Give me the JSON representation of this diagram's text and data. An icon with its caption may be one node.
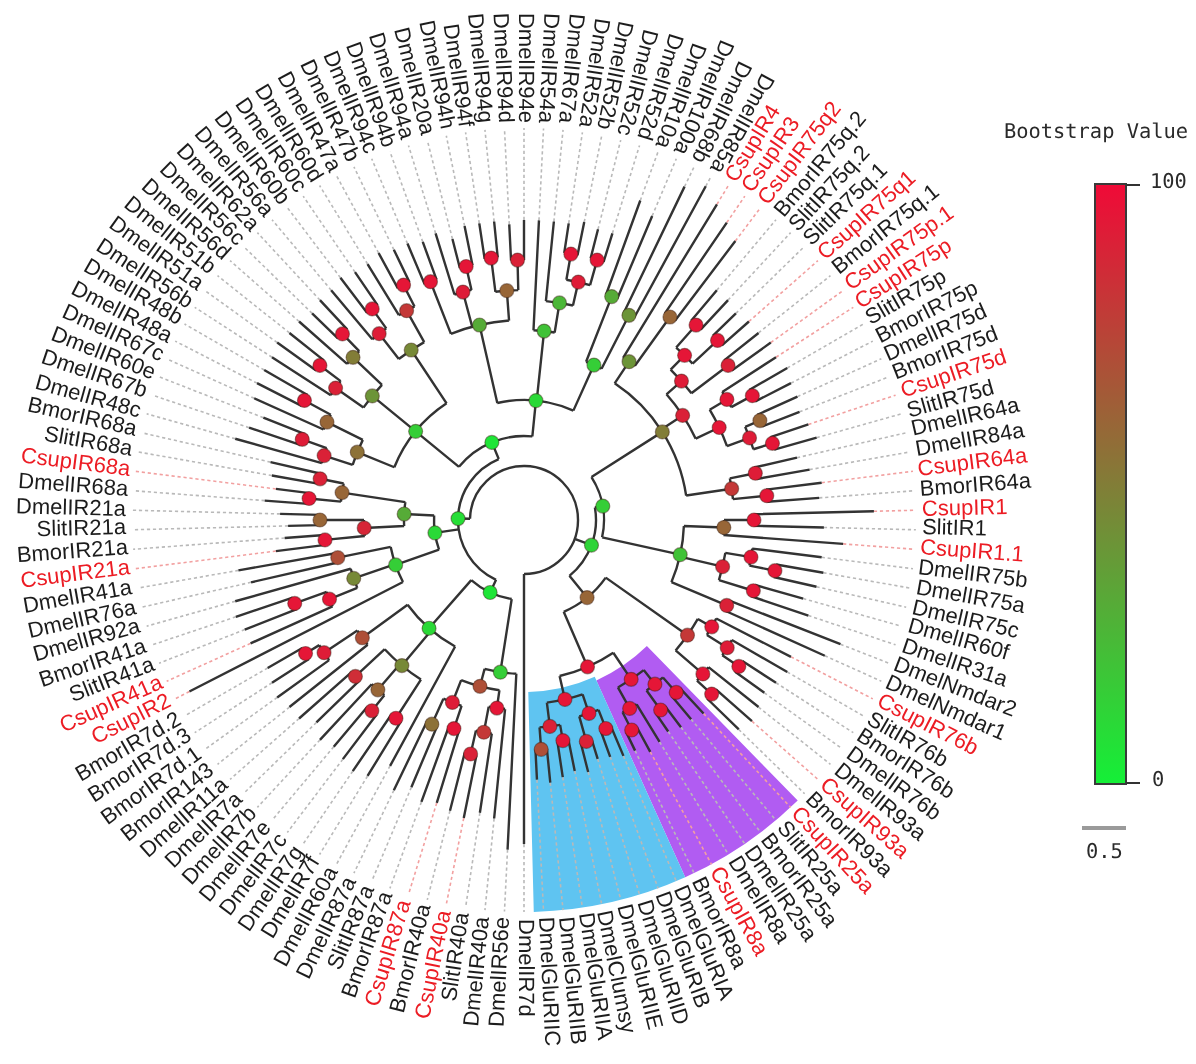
{
  "diagram": {
    "labels": [
      "DmelIR21a",
      "DmelIR68a",
      "CsupIR68a",
      "SlitIR68a",
      "BmorIR68a",
      "DmelIR48c",
      "DmelIR67b",
      "DmelIR60e",
      "DmelIR67c",
      "DmelIR48a",
      "DmelIR48b",
      "DmelIR56b",
      "DmelIR51a",
      "DmelIR51b",
      "DmelIR56d",
      "DmelIR56c",
      "DmelIR62a",
      "DmelIR56a",
      "DmelIR60b",
      "DmelIR60c",
      "DmelIR60d",
      "DmelIR47a",
      "DmelIR47b",
      "DmelIR94c",
      "DmelIR94b",
      "DmelIR94a",
      "DmelIR20a",
      "DmelIR94h",
      "DmelIR94f",
      "DmelIR94g",
      "DmelIR94d",
      "DmelIR94e",
      "DmelIR54a",
      "DmelIR67a",
      "DmelIR52a",
      "DmelIR52b",
      "DmelIR52c",
      "DmelIR52d",
      "DmelIR10a",
      "DmelIR100a",
      "DmelIR68b",
      "DmelIR85a",
      "CsupIR4",
      "CsupIR3",
      "CsupIR75q2",
      "BmorIR75q.2",
      "SlitIR75q.2",
      "SlitIR75q.1",
      "CsupIR75q1",
      "BmorIR75q.1",
      "CsupIR75p.1",
      "CsupIR75p",
      "SlitIR75p",
      "BmorIR75p",
      "DmelIR75d",
      "BmorIR75d",
      "CsupIR75d",
      "SlitIR75d",
      "DmelIR64a",
      "DmelIR84a",
      "CsupIR64a",
      "BmorIR64a",
      "CsupIR1",
      "SlitIR21a",
      "BmorIR21a",
      "CsupIR21a",
      "DmelIR41a",
      "DmelIR76a",
      "DmelIR92a",
      "BmorIR41a",
      "SlitIR41a",
      "CsupIR41a",
      "CsupIR2",
      "BmorIR7d.2",
      "BmorIR7d.3",
      "BmorIR7d.1",
      "BmorIR143",
      "DmelIR11a",
      "DmelIR7a",
      "DmelIR7b",
      "DmelIR7e",
      "DmelIR7c",
      "DmelIR7g",
      "DmelIR7f",
      "DmelIR60a",
      "DmelIR87a",
      "SlitIR87a",
      "BmorIR87a",
      "CsupIR87a",
      "BmorIR40a",
      "CsupIR40a",
      "SlitIR40a",
      "DmelIR40a",
      "DmelIR56e",
      "DmelIR7d",
      "DmelGluRIIC",
      "DmelGluRIIB",
      "DmelGluRIIA",
      "DmelClumsy",
      "DmelGluRIIE",
      "DmelGluRIID",
      "DmelGluRIB",
      "DmelGluRIA",
      "BmorIR8a",
      "CsupIR8a",
      "DmelIR8a",
      "DmelIR25a",
      "BmorIR25a",
      "SlitIR25a",
      "CsupIR25a",
      "BmorIR93a",
      "CsupIR93a",
      "DmelIR93a",
      "DmelIR76b",
      "BmorIR76b",
      "SlitIR76b",
      "CsupIR76b",
      "DmelNmdar1",
      "DmelNmdar2",
      "DmelIR31a",
      "DmelIR60f",
      "DmelIR75c",
      "DmelIR75a",
      "DmelIR75b",
      "CsupIR1.1",
      "SlitIR1",
      "Bootstrap Value",
      "100",
      "0",
      "0.5"
    ]
  }
}
